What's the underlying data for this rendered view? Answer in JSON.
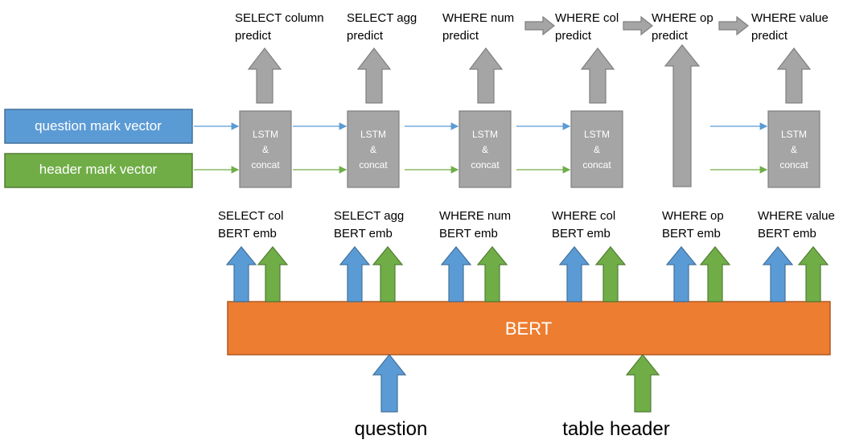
{
  "colors": {
    "blue": "#5b9bd5",
    "blue_stroke": "#41719c",
    "green": "#70ad47",
    "green_stroke": "#507e32",
    "gray": "#a5a5a5",
    "gray_stroke": "#7f7f7f",
    "orange": "#ed7d31",
    "orange_stroke": "#ae5a21"
  },
  "inputs": {
    "question_box": "question mark vector",
    "header_box": "header mark vector"
  },
  "lstm_label": [
    "LSTM",
    "&",
    "concat"
  ],
  "bert_label": "BERT",
  "bottom": {
    "question": "question",
    "table_header": "table header"
  },
  "modules": [
    {
      "pred": [
        "SELECT column",
        "predict"
      ],
      "emb": [
        "SELECT col",
        "BERT emb"
      ],
      "has_lstm": true
    },
    {
      "pred": [
        "SELECT agg",
        "predict"
      ],
      "emb": [
        "SELECT agg",
        "BERT emb"
      ],
      "has_lstm": true
    },
    {
      "pred": [
        "WHERE num",
        "predict"
      ],
      "emb": [
        "WHERE num",
        "BERT emb"
      ],
      "has_lstm": true
    },
    {
      "pred": [
        "WHERE col",
        "predict"
      ],
      "emb": [
        "WHERE col",
        "BERT emb"
      ],
      "has_lstm": true
    },
    {
      "pred": [
        "WHERE op",
        "predict"
      ],
      "emb": [
        "WHERE op",
        "BERT emb"
      ],
      "has_lstm": false
    },
    {
      "pred": [
        "WHERE value",
        "predict"
      ],
      "emb": [
        "WHERE value",
        "BERT emb"
      ],
      "has_lstm": true
    }
  ]
}
